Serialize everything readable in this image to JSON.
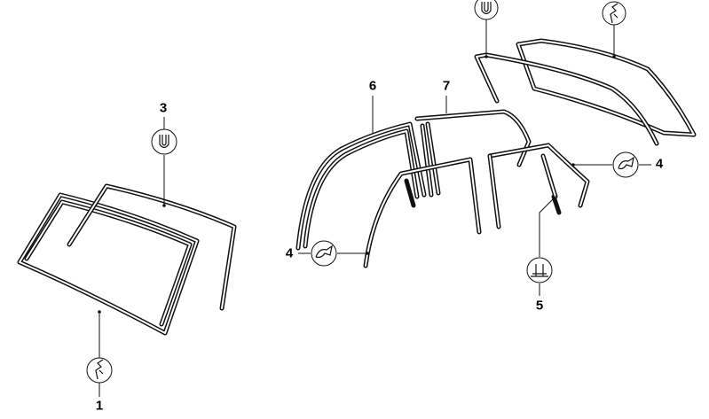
{
  "diagram": {
    "callouts": [
      {
        "id": "1",
        "label": "1",
        "icon": "clip-profile-icon"
      },
      {
        "id": "3",
        "label": "3",
        "icon": "u-profile-icon"
      },
      {
        "id": "4a",
        "label": "4",
        "icon": "seal-profile-icon"
      },
      {
        "id": "4b",
        "label": "4",
        "icon": "seal-profile-icon"
      },
      {
        "id": "5",
        "label": "5",
        "icon": "t-profile-icon"
      },
      {
        "id": "6",
        "label": "6"
      },
      {
        "id": "7",
        "label": "7"
      }
    ]
  }
}
